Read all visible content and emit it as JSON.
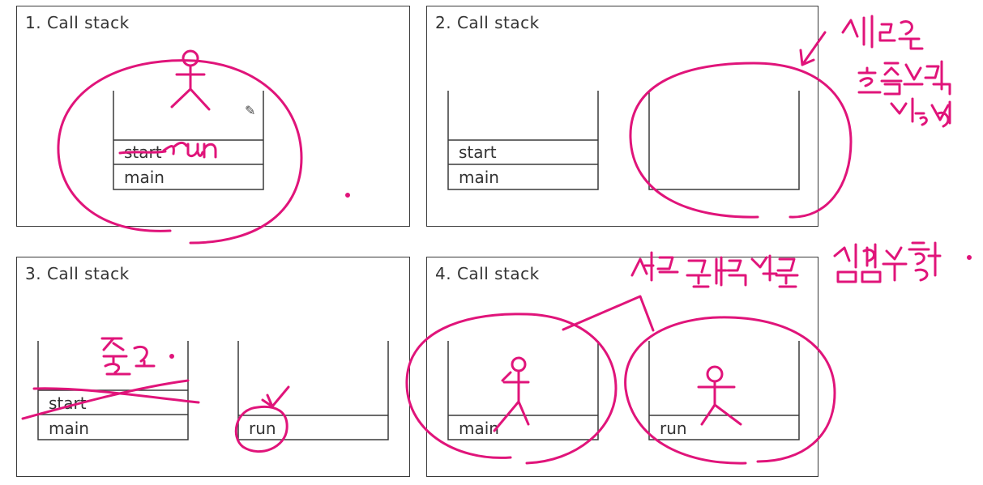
{
  "panels": [
    {
      "title": "1. Call stack",
      "stack_left": {
        "frames": [
          "start",
          "main"
        ]
      }
    },
    {
      "title": "2. Call stack",
      "stack_left": {
        "frames": [
          "start",
          "main"
        ]
      },
      "stack_right": {
        "frames": []
      }
    },
    {
      "title": "3. Call stack",
      "stack_left": {
        "frames": [
          "start",
          "main"
        ]
      },
      "stack_right": {
        "frames": [
          "run"
        ]
      }
    },
    {
      "title": "4. Call stack",
      "stack_left": {
        "frames": [
          "main"
        ]
      },
      "stack_right": {
        "frames": [
          "run"
        ]
      }
    }
  ],
  "annotations": {
    "run_handwritten": "run",
    "new_callstack_created": "새로운 호출스택 생성",
    "end_mark": "종료.",
    "independent_work": "서로 독립적으로 작업수행."
  },
  "colors": {
    "ink": "#e0147a",
    "border": "#3a3a3a",
    "text": "#333333"
  },
  "icons": {
    "cursor": "pencil-cursor-icon",
    "figure": "stick-figure-icon"
  }
}
